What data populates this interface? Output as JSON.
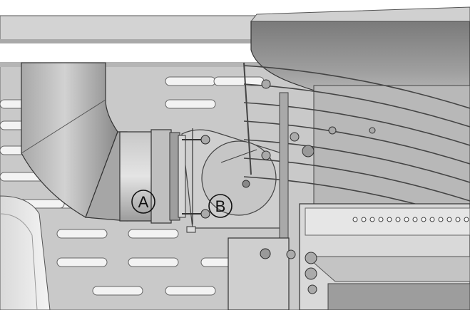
{
  "diagram": {
    "callouts": [
      {
        "id": "A",
        "label": "A"
      },
      {
        "id": "B",
        "label": "B"
      }
    ],
    "colors": {
      "background": "#ffffff",
      "panel": "#c9c9c9",
      "panel_dark": "#9a9a9a",
      "slot": "#f2f2f2",
      "outline": "#3a3a3a",
      "duct_light": "#bdbdbd",
      "duct_dark": "#7d7d7d",
      "housing": "#8e8e8e",
      "bracket": "#d8d8d8"
    }
  }
}
